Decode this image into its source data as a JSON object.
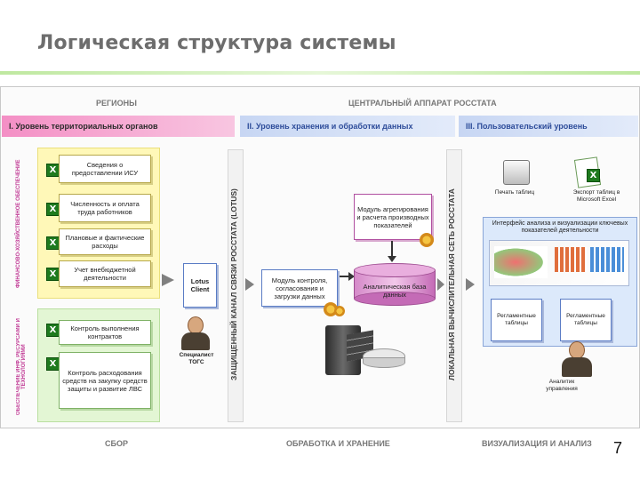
{
  "title": "Логическая структура системы",
  "headers": {
    "regions": "РЕГИОНЫ",
    "central": "ЦЕНТРАЛЬНЫЙ АППАРАТ РОССТАТА"
  },
  "levels": {
    "l1": "I. Уровень территориальных органов",
    "l2": "II. Уровень хранения и обработки данных",
    "l3": "III. Пользовательский уровень"
  },
  "side_labels": {
    "fin": "ФИНАНСОВО-ХОЗЯЙСТВЕННОЕ ОБЕСПЕЧЕНИЕ",
    "ict": "ОБЕСПЕЧЕНИЕ ИНФ. РЕСУРСАМИ И ТЕХНОЛОГИЯМИ",
    "lotus": "ЗАЩИЩЕННЫЙ КАНАЛ СВЯЗИ РОССТАТА (LOTUS)",
    "lan": "ЛОКАЛЬНАЯ ВЫЧИСЛИТЕЛЬНАЯ СЕТЬ РОССТАТА"
  },
  "fin_items": [
    "Сведения о предоставлении ИСУ",
    "Численность и оплата труда работников",
    "Плановые и фактические расходы",
    "Учет внебюджетной деятельности"
  ],
  "ict_items": [
    "Контроль выполнения контрактов",
    "Контроль расходования средств на закупку средств защиты и развитие ЛВС"
  ],
  "excel_glyph": "X",
  "lotus_client": "Lotus Client",
  "specialist": "Специалист ТОГС",
  "module_control": "Модуль контроля, согласования и загрузки данных",
  "module_agg": "Модуль агрегирования и расчета производных показателей",
  "database": "Аналитическая база данных",
  "print": "Печать таблиц",
  "export": "Экспорт таблиц в Microsoft Excel",
  "interface": "Интерфейс анализа и визуализации ключевых показателей деятельности",
  "reg_table_1": "Регламентные таблицы",
  "reg_table_2": "Регламентные таблицы",
  "analyst": "Аналитик управления",
  "footer": {
    "collect": "СБОР",
    "process": "ОБРАБОТКА И ХРАНЕНИЕ",
    "visual": "ВИЗУАЛИЗАЦИЯ И АНАЛИЗ"
  },
  "page_number": "7",
  "colors": {
    "pink": "#f48fc5",
    "blue": "#c7d6f3",
    "yellow_zone": "#fff8b8",
    "green_zone": "#e3f6d4",
    "excel_green": "#1e7a1e"
  }
}
